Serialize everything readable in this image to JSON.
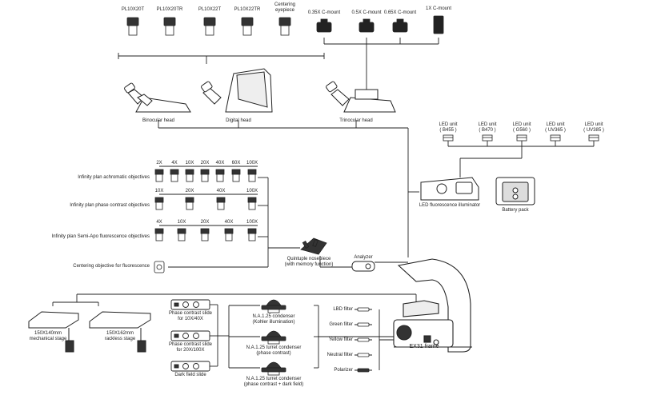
{
  "eyepieces": [
    "PL10X20T",
    "PL10X20TR",
    "PL10X22T",
    "PL10X22TR",
    "Centering\neyepiece"
  ],
  "cmounts": [
    "0.35X C-mount",
    "0.5X C-mount",
    "0.65X C-mount",
    "1X C-mount"
  ],
  "heads": [
    "Binocular head",
    "Digital head",
    "Trinocular head"
  ],
  "led_units": [
    "LED unit\n( B455 )",
    "LED unit\n( B470 )",
    "LED unit\n( G560 )",
    "LED unit\n( UV365 )",
    "LED unit\n( UV385 )"
  ],
  "illuminator": "LED fluorescence illuminator",
  "battery": "Battery pack",
  "objective_rows": [
    {
      "label": "Infinity plan achromatic objectives",
      "mags": [
        "2X",
        "4X",
        "10X",
        "20X",
        "40X",
        "60X",
        "100X"
      ]
    },
    {
      "label": "Infinity plan phase contrast objectives",
      "mags": [
        "10X",
        "20X",
        "40X",
        "100X"
      ]
    },
    {
      "label": "Infinity plan Semi-Apo fluorescence objectives",
      "mags": [
        "4X",
        "10X",
        "20X",
        "40X",
        "100X"
      ]
    },
    {
      "label": "Centering objective for fluorescence",
      "mags": []
    }
  ],
  "nosepiece": "Quintuple nosepiece\n(with memory function)",
  "analyzer": "Analyzer",
  "stages": [
    "150X140mm\nmechanical stage",
    "150X162mm\nrackless stage"
  ],
  "slides": [
    "Phase contrast slide\nfor 10X/40X",
    "Phase contrast slide\nfor 20X/100X",
    "Dark field slide"
  ],
  "condensers": [
    "N.A.1.25 condenser\n(Kohler illumination)",
    "N.A.1.25 turret condenser\n(phase contrast)",
    "N.A.1.25 turret condenser\n(phase contrast + dark field)"
  ],
  "filters": [
    "LBD filter",
    "Green filter",
    "Yellow filter",
    "Neutral filter",
    "Polarizer"
  ],
  "frame": "EX31 frame"
}
